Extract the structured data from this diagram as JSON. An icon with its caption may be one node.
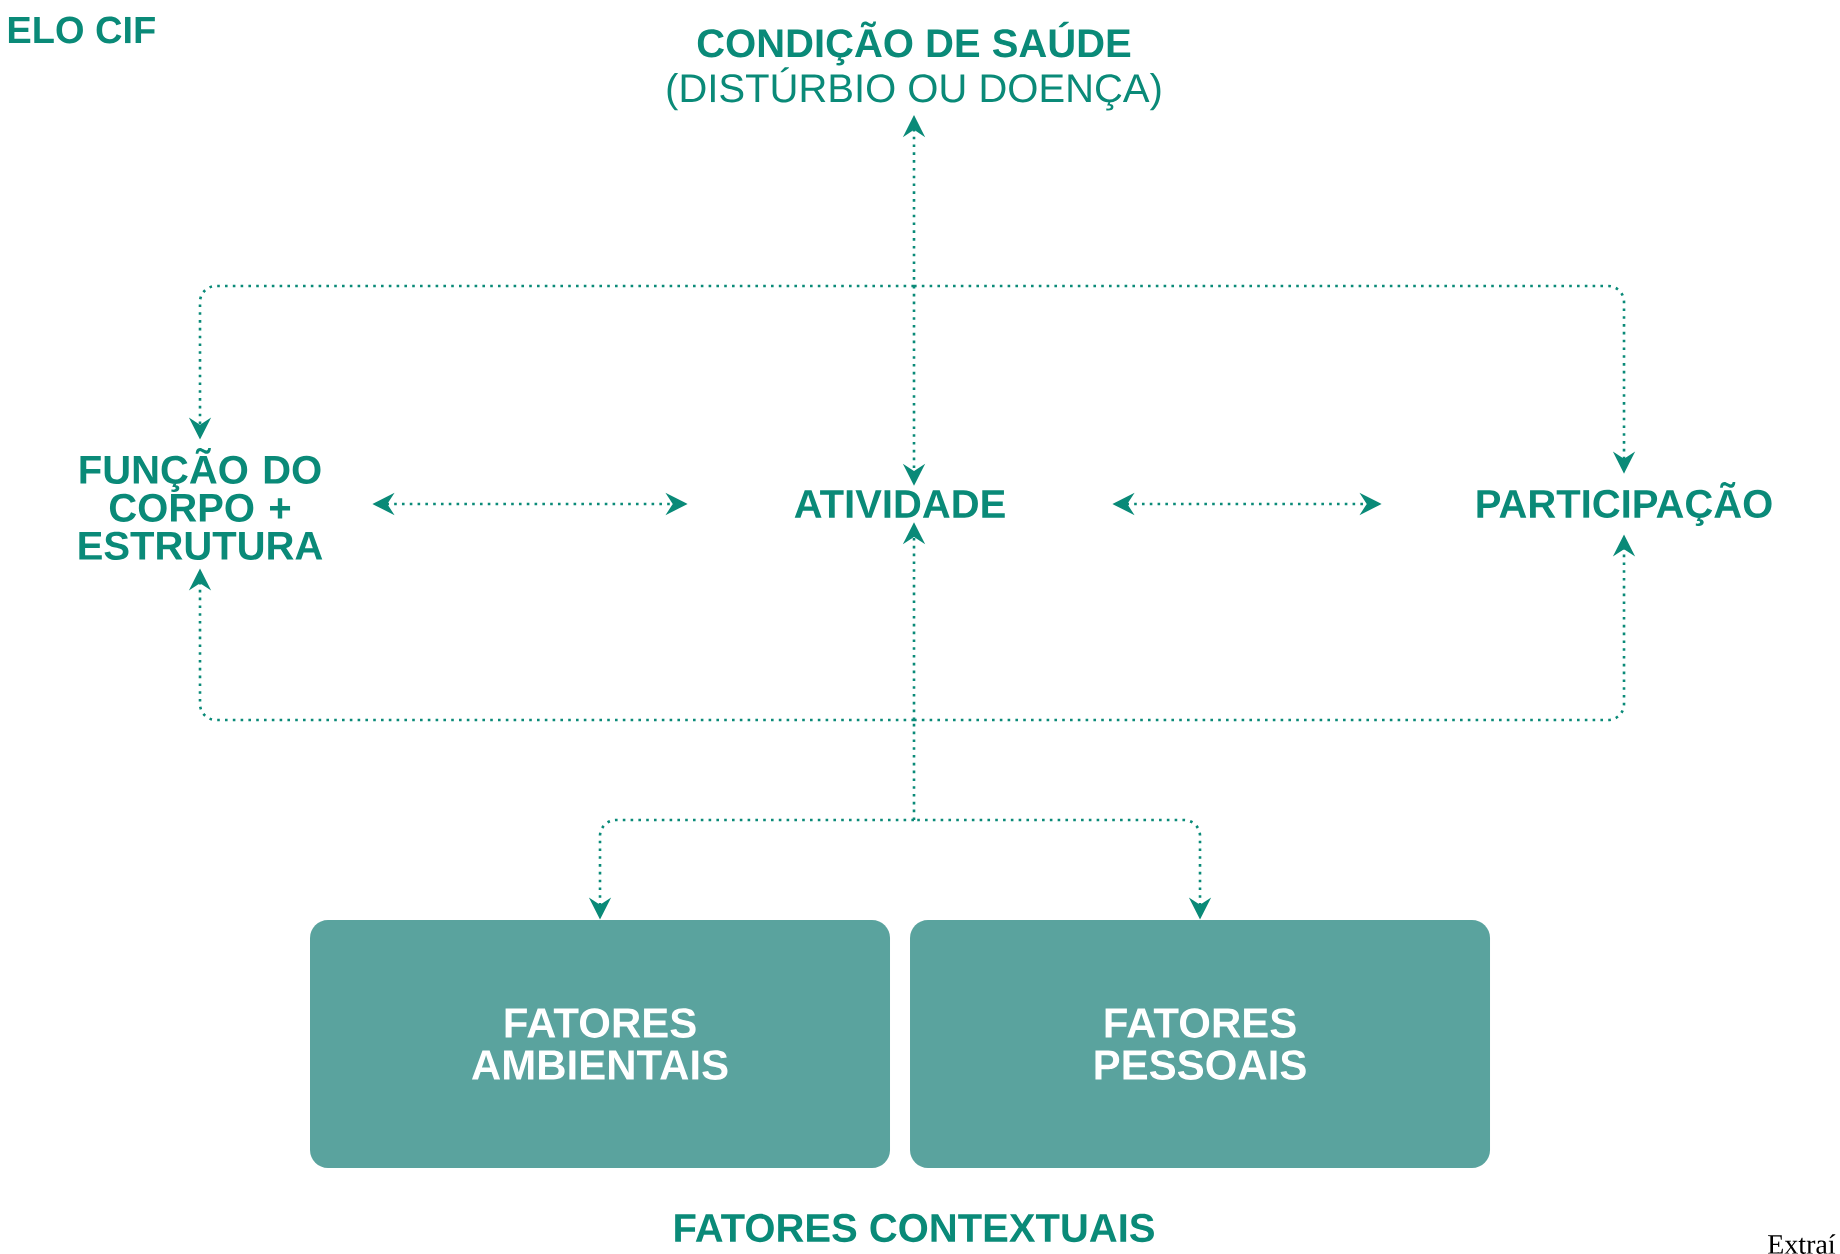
{
  "diagram": {
    "title": "ELO CIF",
    "nodes": [
      {
        "text": [
          "CONDIÇÃO DE SAÚDE",
          "(DISTÚRBIO OU DOENÇA)"
        ]
      },
      {
        "text": [
          "FUNÇÃO DO CORPO + ESTRUTURA"
        ]
      },
      {
        "text": [
          "ATIVIDADE"
        ]
      },
      {
        "text": [
          "PARTICIPAÇÃO"
        ]
      },
      {
        "text": [
          "FATORES AMBIENTAIS"
        ]
      },
      {
        "text": [
          "FATORES PESSOAIS"
        ]
      }
    ],
    "edges": [
      {
        "from": 0,
        "to": 1,
        "arrow": "both"
      },
      {
        "from": 0,
        "to": 2,
        "arrow": "both"
      },
      {
        "from": 0,
        "to": 3,
        "arrow": "both"
      },
      {
        "from": 1,
        "to": 2,
        "arrow": "both"
      },
      {
        "from": 2,
        "to": 3,
        "arrow": "both"
      },
      {
        "from": 4,
        "to": 1,
        "arrow": "both"
      },
      {
        "from": 4,
        "to": 2,
        "arrow": "both"
      },
      {
        "from": 4,
        "to": 3,
        "arrow": "both"
      },
      {
        "from": 5,
        "to": 1,
        "arrow": "both"
      },
      {
        "from": 5,
        "to": 2,
        "arrow": "both"
      },
      {
        "from": 5,
        "to": 3,
        "arrow": "both"
      }
    ],
    "labels": [
      "FATORES CONTEXTUAIS",
      "Extraí"
    ]
  }
}
